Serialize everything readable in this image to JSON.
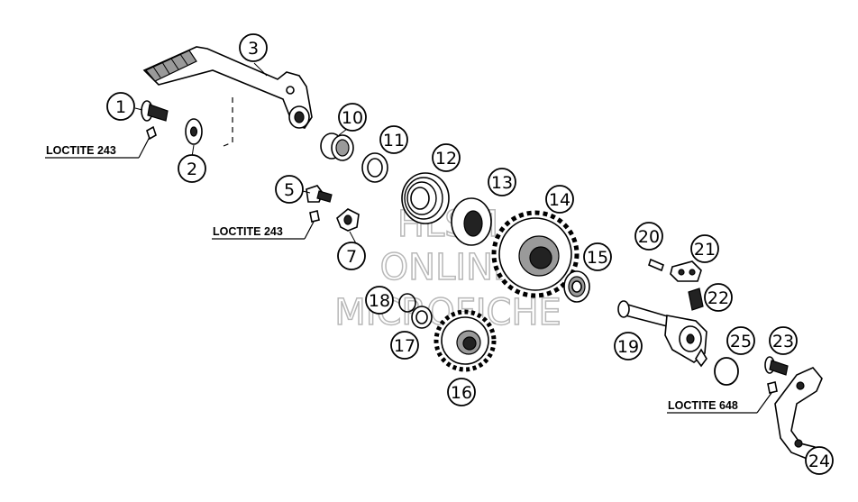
{
  "callouts": [
    "1",
    "2",
    "3",
    "5",
    "7",
    "10",
    "11",
    "12",
    "13",
    "14",
    "15",
    "16",
    "17",
    "18",
    "19",
    "20",
    "21",
    "22",
    "23",
    "24",
    "25"
  ],
  "loctite_labels": [
    "LOCTITE 243",
    "LOCTITE 243",
    "LOCTITE 648"
  ],
  "watermark": [
    "HLSM",
    "ONLINE",
    "MICROFICHE"
  ]
}
